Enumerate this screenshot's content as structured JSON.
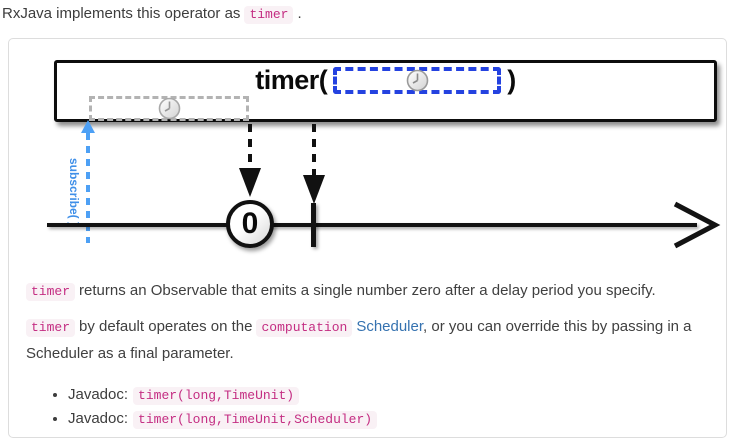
{
  "intro": {
    "prefix": "RxJava implements this operator as",
    "code": "timer",
    "suffix": "."
  },
  "diagram": {
    "operator_open": "timer(",
    "operator_close": ")",
    "subscribe_label": "subscribe( )",
    "emission_value": "0"
  },
  "content": {
    "p1_code": "timer",
    "p1_text": "returns an Observable that emits a single number zero after a delay period you specify.",
    "p2_code1": "timer",
    "p2_text1": "by default operates on the",
    "p2_code2": "computation",
    "p2_link": "Scheduler",
    "p2_text2": ", or you can override this by passing in a Scheduler as a final parameter.",
    "bullets": [
      {
        "label": "Javadoc:",
        "code": "timer(long,TimeUnit)"
      },
      {
        "label": "Javadoc:",
        "code": "timer(long,TimeUnit,Scheduler)"
      }
    ]
  },
  "colors": {
    "code_text": "#c42d82",
    "code_bg": "#f9f1f5",
    "link_blue": "#3572b0",
    "param_box_blue": "#2442e0",
    "subscribe_blue": "#4da0f5",
    "diagram_ink": "#111111"
  }
}
